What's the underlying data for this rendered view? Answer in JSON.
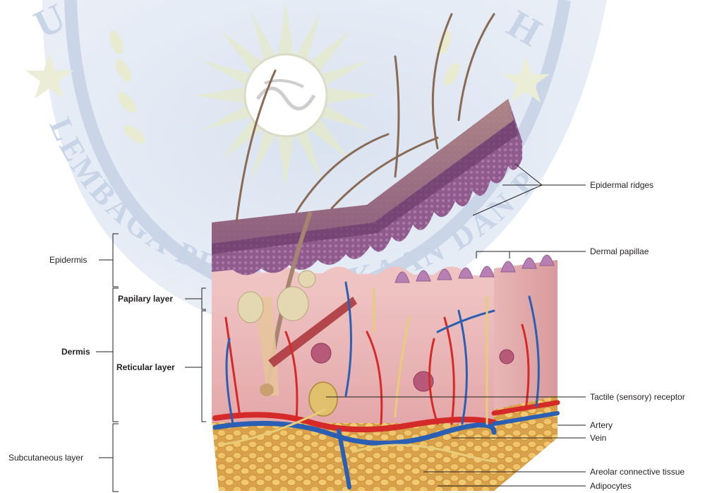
{
  "labels": {
    "epidermal_ridges": "Epidermal ridges",
    "dermal_papillae": "Dermal papillae",
    "epidermis": "Epidermis",
    "papillary_layer": "Papilary layer",
    "dermis": "Dermis",
    "reticular_layer": "Reticular layer",
    "tactile_receptor": "Tactile (sensory) receptor",
    "artery": "Artery",
    "vein": "Vein",
    "subcutaneous_layer": "Subcutaneous layer",
    "areolar_connective_tissue": "Areolar connective tissue",
    "adipocytes": "Adipocytes"
  },
  "watermark": {
    "arc_text": "LEMBAGA PERPUSTAKAAN DAN PENERBITAN",
    "top_text": "U H",
    "color": "#b9c8e0"
  },
  "colors": {
    "epidermis": "#7b4a7a",
    "dermis": "#e9b7b8",
    "artery": "#d42a2a",
    "vein": "#2b5fb3",
    "fat": "#e6b45a",
    "leader": "#231f20"
  }
}
